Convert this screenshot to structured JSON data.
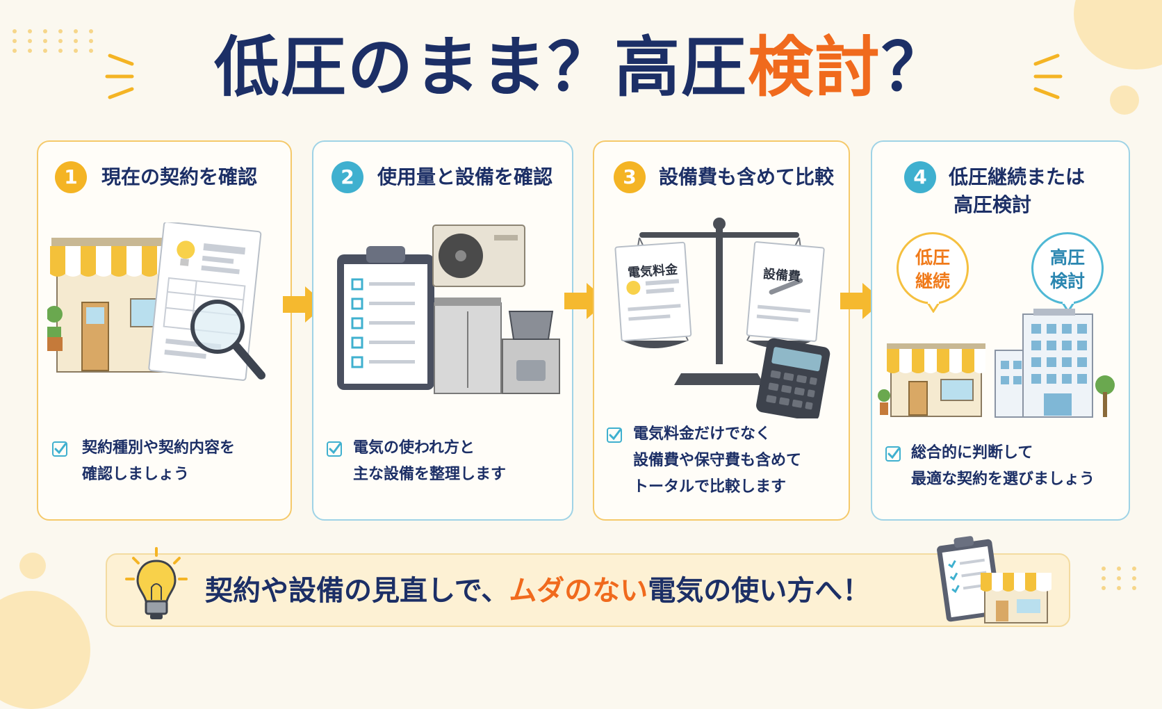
{
  "title": {
    "part1": "低圧のまま？",
    "part2": "高圧",
    "part3_highlight": "検討",
    "part4": "？"
  },
  "steps": [
    {
      "number": "1",
      "heading": "現在の契約を確認",
      "desc_lines": [
        "契約種別や契約内容を",
        "確認しましょう"
      ]
    },
    {
      "number": "2",
      "heading": "使用量と設備を確認",
      "desc_lines": [
        "電気の使われ方と",
        "主な設備を整理します"
      ]
    },
    {
      "number": "3",
      "heading": "設備費も含めて比較",
      "desc_lines": [
        "電気料金だけでなく",
        "設備費や保守費も含めて",
        "トータルで比較します"
      ]
    },
    {
      "number": "4",
      "heading_lines": [
        "低圧継続または",
        "高圧検討"
      ],
      "desc_lines": [
        "総合的に判断して",
        "最適な契約を選びましょう"
      ]
    }
  ],
  "scale_labels": {
    "left": "電気料金",
    "right": "設備費"
  },
  "bubbles": {
    "low": [
      "低圧",
      "継続"
    ],
    "high": [
      "高圧",
      "検討"
    ]
  },
  "bottom": {
    "part1": "契約や設備の見直しで、",
    "highlight": "ムダのない",
    "part2": "電気の使い方へ！"
  },
  "colors": {
    "navy": "#1c2f66",
    "orange": "#f06a1d",
    "yellow": "#f4b424",
    "teal": "#3fb0cf",
    "background": "#fbf8ef"
  }
}
